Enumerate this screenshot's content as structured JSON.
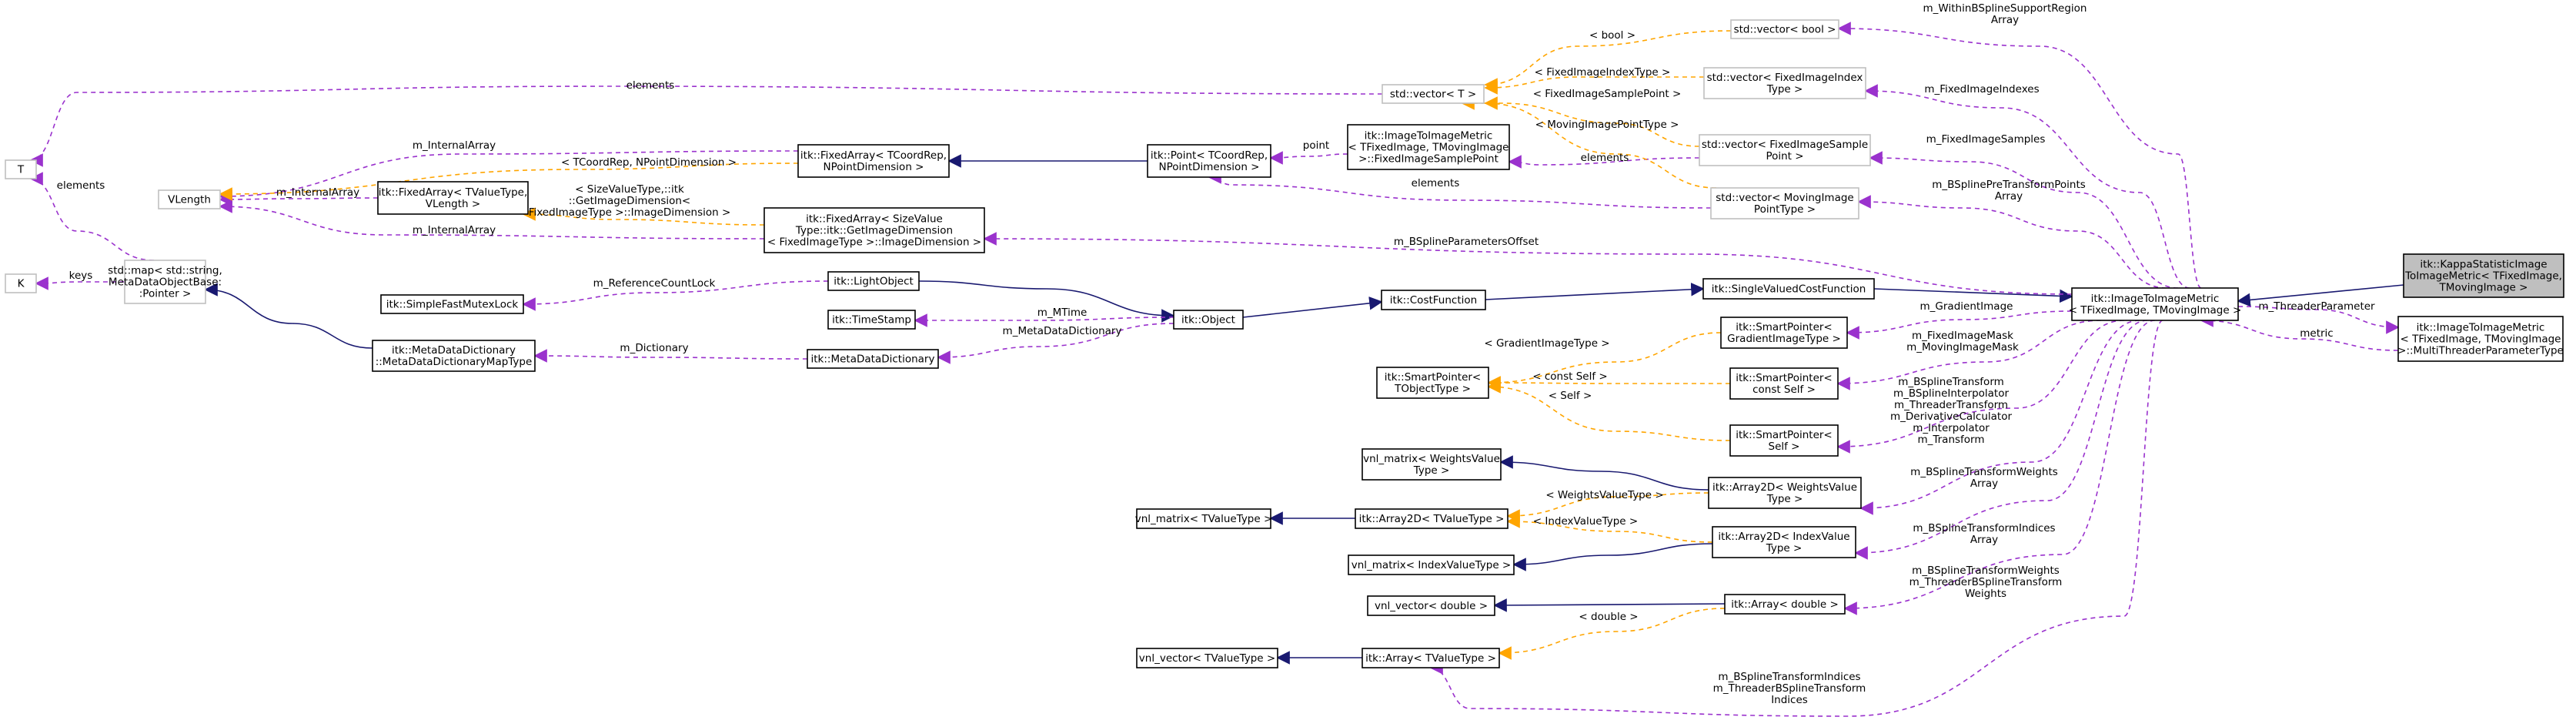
{
  "colors": {
    "inheritance": "#191970",
    "usage": "#9a32cd",
    "template": "#ffa500",
    "focus_fill": "#bfbfbf",
    "external_border": "#bfbfbf"
  },
  "nodes": {
    "kappa": [
      "itk::KappaStatisticImage",
      "ToImageMetric< TFixedImage,",
      "TMovingImage >"
    ],
    "img_metric": [
      "itk::ImageToImageMetric",
      "< TFixedImage, TMovingImage >"
    ],
    "mt_param": [
      "itk::ImageToImageMetric",
      "< TFixedImage, TMovingImage",
      ">::MultiThreaderParameterType"
    ],
    "single_valued": [
      "itk::SingleValuedCostFunction"
    ],
    "cost_function": [
      "itk::CostFunction"
    ],
    "object": [
      "itk::Object"
    ],
    "light_object": [
      "itk::LightObject"
    ],
    "time_stamp": [
      "itk::TimeStamp"
    ],
    "metadata_dict": [
      "itk::MetaDataDictionary"
    ],
    "mutex_lock": [
      "itk::SimpleFastMutexLock"
    ],
    "md_map_type": [
      "itk::MetaDataDictionary",
      "::MetaDataDictionaryMapType"
    ],
    "std_map": [
      "std::map< std::string,",
      "MetaDataObjectBase:",
      ":Pointer >"
    ],
    "T": [
      "T"
    ],
    "K": [
      "K"
    ],
    "vlength": [
      "VLength"
    ],
    "fa_tvalue": [
      "itk::FixedArray< TValueType,",
      "VLength >"
    ],
    "fa_tcoord": [
      "itk::FixedArray< TCoordRep,",
      "NPointDimension >"
    ],
    "fa_size": [
      "itk::FixedArray< SizeValue",
      "Type::itk::GetImageDimension",
      "< FixedImageType >::ImageDimension >"
    ],
    "point": [
      "itk::Point< TCoordRep,",
      "NPointDimension >"
    ],
    "fixed_sample_point": [
      "itk::ImageToImageMetric",
      "< TFixedImage, TMovingImage",
      ">::FixedImageSamplePoint"
    ],
    "std_vector_T": [
      "std::vector< T >"
    ],
    "std_vector_bool": [
      "std::vector< bool >"
    ],
    "std_vector_fixed_idx": [
      "std::vector< FixedImageIndex",
      "Type >"
    ],
    "std_vector_fixed_sample": [
      "std::vector< FixedImageSample",
      "Point >"
    ],
    "std_vector_moving_point": [
      "std::vector< MovingImage",
      "PointType >"
    ],
    "sp_gradient": [
      "itk::SmartPointer<",
      "GradientImageType >"
    ],
    "sp_const_self": [
      "itk::SmartPointer<",
      "const Self >"
    ],
    "sp_self": [
      "itk::SmartPointer<",
      "Self >"
    ],
    "sp_tobject": [
      "itk::SmartPointer<",
      "TObjectType >"
    ],
    "vnl_matrix_weights": [
      "vnl_matrix< WeightsValue",
      "Type >"
    ],
    "array2d_weights": [
      "itk::Array2D< WeightsValue",
      "Type >"
    ],
    "array2d_tvalue": [
      "itk::Array2D< TValueType >"
    ],
    "vnl_matrix_tvalue": [
      "vnl_matrix< TValueType >"
    ],
    "array2d_index": [
      "itk::Array2D< IndexValue",
      "Type >"
    ],
    "vnl_matrix_index": [
      "vnl_matrix< IndexValueType >"
    ],
    "vnl_vector_double": [
      "vnl_vector< double >"
    ],
    "array_double": [
      "itk::Array< double >"
    ],
    "vnl_vector_tvalue": [
      "vnl_vector< TValueType >"
    ],
    "array_tvalue": [
      "itk::Array< TValueType >"
    ]
  },
  "edge_labels": {
    "within_support": [
      "m_WithinBSplineSupportRegion",
      "Array"
    ],
    "fixed_indexes": [
      "m_FixedImageIndexes"
    ],
    "fixed_samples": [
      "m_FixedImageSamples"
    ],
    "pre_transform": [
      "m_BSplinePreTransformPoints",
      "Array"
    ],
    "params_offset": [
      "m_BSplineParametersOffset"
    ],
    "gradient_image": [
      "m_GradientImage"
    ],
    "masks": [
      "m_FixedImageMask",
      "m_MovingImageMask"
    ],
    "transforms": [
      "m_BSplineTransform",
      "m_BSplineInterpolator",
      "m_ThreaderTransform",
      "m_DerivativeCalculator",
      "m_Interpolator",
      "m_Transform"
    ],
    "weights_array": [
      "m_BSplineTransformWeights",
      "Array"
    ],
    "indices_array": [
      "m_BSplineTransformIndices",
      "Array"
    ],
    "threader_weights": [
      "m_BSplineTransformWeights",
      "m_ThreaderBSplineTransform",
      "Weights"
    ],
    "threader_indices": [
      "m_BSplineTransformIndices",
      "m_ThreaderBSplineTransform",
      "Indices"
    ],
    "threader_parameter": [
      "m_ThreaderParameter"
    ],
    "metric": [
      "metric"
    ],
    "elements_map": [
      "elements"
    ],
    "elements_T": [
      "elements"
    ],
    "keys": [
      "keys"
    ],
    "internal_array_1": [
      "m_InternalArray"
    ],
    "internal_array_2": [
      "m_InternalArray"
    ],
    "internal_array_3": [
      "m_InternalArray"
    ],
    "point": [
      "point"
    ],
    "elements_sample": [
      "elements"
    ],
    "elements_moving": [
      "elements"
    ],
    "ref_count_lock": [
      "m_ReferenceCountLock"
    ],
    "mtime": [
      "m_MTime"
    ],
    "metadata_dictionary": [
      "m_MetaDataDictionary"
    ],
    "dictionary": [
      "m_Dictionary"
    ],
    "t_bool": [
      "< bool >"
    ],
    "t_fixed_index_type": [
      "< FixedImageIndexType >"
    ],
    "t_fixed_sample_point": [
      "< FixedImageSamplePoint >"
    ],
    "t_moving_point_type": [
      "< MovingImagePointType >"
    ],
    "t_coord_rep": [
      "< TCoordRep, NPointDimension >"
    ],
    "t_size_value": [
      "< SizeValueType,::itk",
      "::GetImageDimension<",
      "FixedImageType >::ImageDimension >"
    ],
    "t_gradient": [
      "< GradientImageType >"
    ],
    "t_const_self": [
      "< const Self >"
    ],
    "t_self": [
      "< Self >"
    ],
    "t_weights": [
      "< WeightsValueType >"
    ],
    "t_index": [
      "< IndexValueType >"
    ],
    "t_double": [
      "< double >"
    ]
  }
}
